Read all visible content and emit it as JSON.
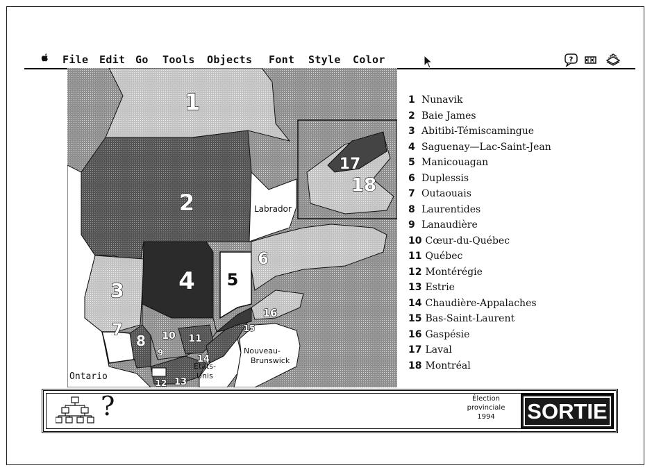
{
  "menu": {
    "apple": "",
    "items": [
      "File",
      "Edit",
      "Go",
      "Tools",
      "Objects",
      "Font",
      "Style",
      "Color"
    ]
  },
  "map": {
    "region_numbers": [
      "1",
      "2",
      "3",
      "4",
      "5",
      "6",
      "7",
      "8",
      "9",
      "10",
      "11",
      "12",
      "13",
      "14",
      "15",
      "16",
      "17",
      "18"
    ],
    "labels": {
      "labrador": "Labrador",
      "ontario": "Ontario",
      "etats_unis_1": "États-",
      "etats_unis_2": "Unis",
      "nb_1": "Nouveau-",
      "nb_2": "Brunswick"
    }
  },
  "legend": [
    {
      "num": "1",
      "name": "Nunavik"
    },
    {
      "num": "2",
      "name": "Baie James"
    },
    {
      "num": "3",
      "name": "Abitibi-Témiscamingue"
    },
    {
      "num": "4",
      "name": "Saguenay—Lac-Saint-Jean"
    },
    {
      "num": "5",
      "name": "Manicouagan"
    },
    {
      "num": "6",
      "name": "Duplessis"
    },
    {
      "num": "7",
      "name": "Outaouais"
    },
    {
      "num": "8",
      "name": "Laurentides"
    },
    {
      "num": "9",
      "name": "Lanaudière"
    },
    {
      "num": "10",
      "name": "Cœur-du-Québec"
    },
    {
      "num": "11",
      "name": "Québec"
    },
    {
      "num": "12",
      "name": "Montérégie"
    },
    {
      "num": "13",
      "name": "Estrie"
    },
    {
      "num": "14",
      "name": "Chaudière-Appalaches"
    },
    {
      "num": "15",
      "name": "Bas-Saint-Laurent"
    },
    {
      "num": "16",
      "name": "Gaspésie"
    },
    {
      "num": "17",
      "name": "Laval"
    },
    {
      "num": "18",
      "name": "Montréal"
    }
  ],
  "bottom": {
    "help_label": "?",
    "election_line1": "Élection",
    "election_line2": "provinciale",
    "election_line3": "1994",
    "sortie_label": "SORTIE"
  },
  "icons": {
    "menubar_right": [
      "help-balloon-icon",
      "film-strip-icon",
      "stack-icon"
    ],
    "bottom_left": "hierarchy-icon",
    "cursor": "arrow-cursor-icon"
  }
}
